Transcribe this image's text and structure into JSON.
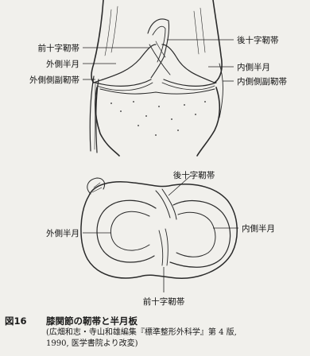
{
  "figure": {
    "top_labels": {
      "acl": "前十字靭帯",
      "pcl": "後十字靭帯",
      "lateral_meniscus": "外側半月",
      "medial_meniscus": "内側半月",
      "lcl": "外側側副靭帯",
      "mcl": "内側側副靭帯"
    },
    "bottom_labels": {
      "pcl": "後十字靭帯",
      "lateral_meniscus": "外側半月",
      "medial_meniscus": "内側半月",
      "acl": "前十字靭帯"
    }
  },
  "caption": {
    "number": "図16",
    "title": "膝関節の靭帯と半月板",
    "source_line1": "(広畑和志・寺山和雄編集『標準整形外科学』第 4 版,",
    "source_line2": "1990, 医学書院より改変)"
  }
}
